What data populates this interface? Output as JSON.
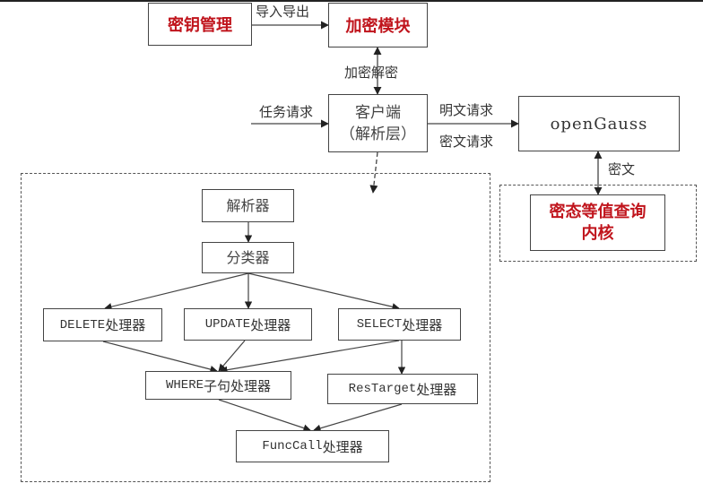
{
  "diagram": {
    "modules": {
      "key_management": "密钥管理",
      "encryption_module": "加密模块",
      "client": [
        "客户端",
        "（解析层）"
      ],
      "opengauss": "openGauss",
      "kernel": [
        "密态等值查询",
        "内核"
      ]
    },
    "edge_labels": {
      "import_export": "导入导出",
      "encrypt_decrypt": "加密解密",
      "task_request": "任务请求",
      "plaintext_request": "明文请求",
      "ciphertext_request": "密文请求",
      "ciphertext": "密文"
    },
    "parser_nodes": {
      "parser": "解析器",
      "classifier": "分类器",
      "delete": {
        "code": "DELETE",
        "cn": "处理器"
      },
      "update": {
        "code": "UPDATE",
        "cn": "处理器"
      },
      "select": {
        "code": "SELECT",
        "cn": "处理器"
      },
      "where": {
        "code": "WHERE",
        "cn": "子句处理器"
      },
      "restarget": {
        "code": "ResTarget",
        "cn": "处理器"
      },
      "funccall": {
        "code": "FuncCall",
        "cn": "处理器"
      }
    },
    "colors": {
      "highlight_text": "#c0141c",
      "line": "#444444"
    }
  }
}
